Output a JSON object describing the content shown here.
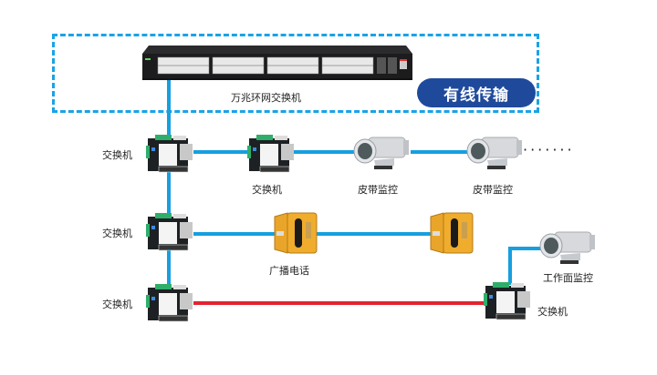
{
  "header": {
    "core_switch_label": "万兆环网交换机",
    "badge_label": "有线传输"
  },
  "nodes": {
    "row1": {
      "switch_left_label": "交换机",
      "switch_mid_label": "交换机",
      "camera1_label": "皮带监控",
      "camera2_label": "皮带监控",
      "continuation": "·······"
    },
    "row2": {
      "switch_left_label": "交换机",
      "phone_label": "广播电话"
    },
    "row3": {
      "switch_left_label": "交换机",
      "switch_right_label": "交换机",
      "camera_label": "工作面监控"
    }
  },
  "colors": {
    "blue_link": "#169fe0",
    "red_link": "#e32330",
    "badge_bg": "#1f4a9c",
    "dash_border": "#1aa3e6"
  }
}
